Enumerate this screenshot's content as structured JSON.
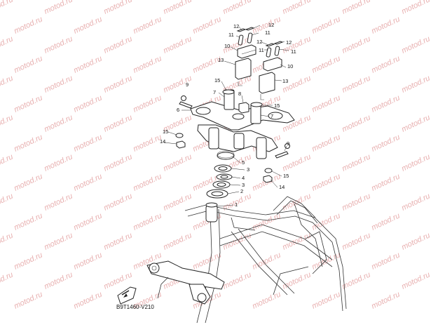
{
  "watermark": "motod.ru",
  "diagram_code": "B9T1460-V210",
  "fwd_icon": "fwd-arrow-icon",
  "callouts": [
    {
      "n": "12"
    },
    {
      "n": "12"
    },
    {
      "n": "11"
    },
    {
      "n": "11"
    },
    {
      "n": "12"
    },
    {
      "n": "12"
    },
    {
      "n": "11"
    },
    {
      "n": "11"
    },
    {
      "n": "10"
    },
    {
      "n": "10"
    },
    {
      "n": "13"
    },
    {
      "n": "13"
    },
    {
      "n": "9"
    },
    {
      "n": "15"
    },
    {
      "n": "8"
    },
    {
      "n": "7"
    },
    {
      "n": "15"
    },
    {
      "n": "7"
    },
    {
      "n": "6"
    },
    {
      "n": "15"
    },
    {
      "n": "14"
    },
    {
      "n": "9"
    },
    {
      "n": "5"
    },
    {
      "n": "3"
    },
    {
      "n": "4"
    },
    {
      "n": "3"
    },
    {
      "n": "15"
    },
    {
      "n": "14"
    },
    {
      "n": "2"
    },
    {
      "n": "1"
    }
  ]
}
